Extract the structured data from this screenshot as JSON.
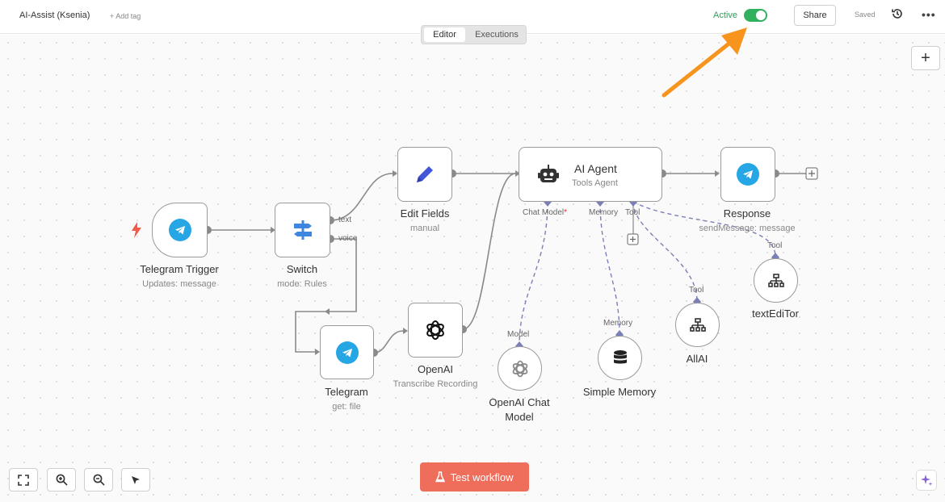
{
  "header": {
    "workflow_title": "AI-Assist (Ksenia)",
    "add_tag": "+ Add tag",
    "active_label": "Active",
    "share_label": "Share",
    "saved_label": "Saved",
    "more_label": "•••"
  },
  "tabs": [
    {
      "label": "Editor"
    },
    {
      "label": "Executions"
    }
  ],
  "add_node_label": "+",
  "nodes": {
    "telegram_trigger": {
      "title": "Telegram Trigger",
      "subtitle": "Updates: message"
    },
    "switch": {
      "title": "Switch",
      "subtitle": "mode: Rules",
      "outputs": [
        "text",
        "voice"
      ]
    },
    "edit_fields": {
      "title": "Edit Fields",
      "subtitle": "manual"
    },
    "telegram": {
      "title": "Telegram",
      "subtitle": "get: file"
    },
    "openai": {
      "title": "OpenAI",
      "subtitle": "Transcribe Recording"
    },
    "ai_agent": {
      "title": "AI Agent",
      "subtitle": "Tools Agent",
      "ports": {
        "chat_model": "Chat Model",
        "required": "*",
        "memory": "Memory",
        "tool": "Tool"
      }
    },
    "response": {
      "title": "Response",
      "subtitle": "sendMessage: message"
    },
    "openai_chat_model": {
      "title_line1": "OpenAI Chat",
      "title_line2": "Model",
      "port": "Model"
    },
    "simple_memory": {
      "title": "Simple Memory",
      "port": "Memory"
    },
    "allai": {
      "title": "AllAI",
      "port": "Tool"
    },
    "texteditor": {
      "title": "textEdiTor",
      "port": "Tool"
    }
  },
  "footer": {
    "test_workflow_label": "Test workflow"
  },
  "colors": {
    "accent": "#ee6d5b",
    "active": "#31b15d",
    "telegram": "#27a6e5",
    "arrow": "#f7941d",
    "wire": "#8a8a8a",
    "ai_port": "#7b7fb5"
  },
  "icons": [
    "history-icon",
    "telegram-icon",
    "switch-icon",
    "pencil-icon",
    "openai-icon",
    "robot-icon",
    "database-icon",
    "tool-icon",
    "lightning-icon",
    "fullscreen-icon",
    "zoom-in-icon",
    "zoom-out-icon",
    "cursor-icon",
    "flask-icon",
    "sparkle-icon"
  ]
}
